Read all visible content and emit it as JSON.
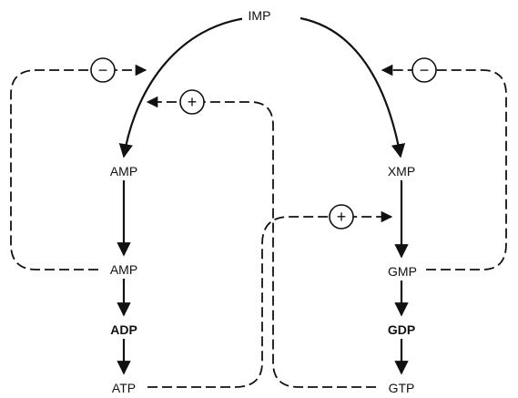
{
  "nodes": {
    "imp": "IMP",
    "amp_top": "AMP",
    "amp_bottom": "AMP",
    "adp": "ADP",
    "atp": "ATP",
    "xmp": "XMP",
    "gmp": "GMP",
    "gdp": "GDP",
    "gtp": "GTP"
  },
  "regulation": {
    "inhibit_left": "−",
    "activate_top": "+",
    "activate_right": "+",
    "inhibit_right": "−"
  },
  "colors": {
    "ink": "#111111",
    "background": "#ffffff"
  }
}
